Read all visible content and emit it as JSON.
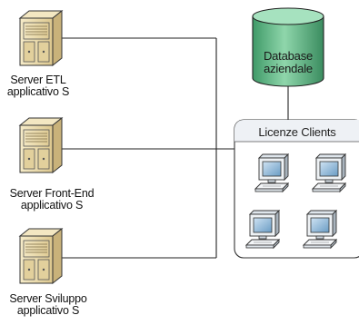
{
  "servers": [
    {
      "name": "server-etl",
      "line1": "Server ETL",
      "line2": "applicativo S"
    },
    {
      "name": "server-front-end",
      "line1": "Server Front-End",
      "line2": "applicativo S"
    },
    {
      "name": "server-sviluppo",
      "line1": "Server Sviluppo",
      "line2": "applicativo S"
    }
  ],
  "database": {
    "line1": "Database",
    "line2": "aziendale",
    "color": "#6fbf8f"
  },
  "clients": {
    "title": "Licenze Clients",
    "count": 4
  },
  "colors": {
    "server_body": "#ebdcae",
    "client_screen": "#8fb8d8",
    "connector": "#222222",
    "panel_bg": "#ffffff",
    "panel_header": "#eef1f5"
  }
}
